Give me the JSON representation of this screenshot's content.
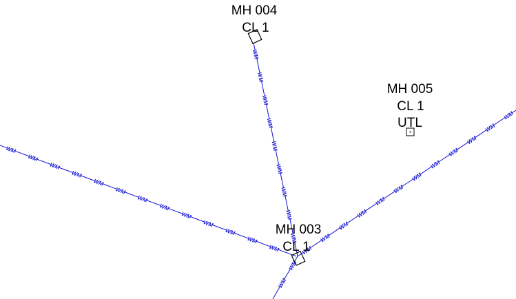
{
  "colors": {
    "background": "#ffffff",
    "water_main": "#1010d0",
    "label": "#000000"
  },
  "line_label": "WM",
  "manholes": {
    "mh004": {
      "name": "MH 004",
      "class": "CL 1"
    },
    "mh005": {
      "name": "MH 005",
      "class": "CL 1",
      "type": "UTL"
    },
    "mh003": {
      "name": "MH 003",
      "class": "CL 1"
    }
  }
}
